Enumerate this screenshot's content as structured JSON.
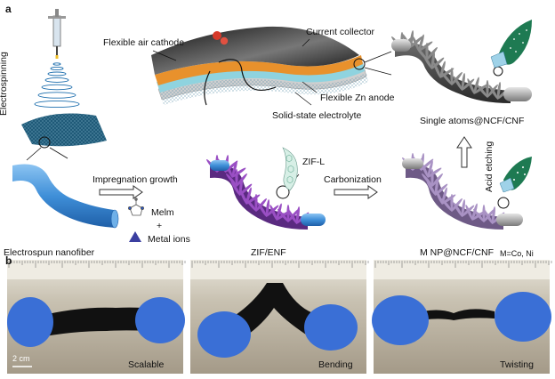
{
  "panels": {
    "a": "a",
    "b": "b"
  },
  "labels": {
    "electrospinning": "Electrospinning",
    "flexible_air_cathode": "Flexible air cathode",
    "current_collector": "Current collector",
    "flexible_zn_anode": "Flexible Zn anode",
    "solid_state_electrolyte": "Solid-state electrolyte",
    "single_atoms": "Single atoms@NCF/CNF",
    "acid_etching": "Acid etching",
    "impregnation_growth": "Impregnation growth",
    "zif_l": "ZIF-L",
    "carbonization": "Carbonization",
    "melm": "Melm",
    "plus": "+",
    "metal_ions": "Metal ions",
    "electrospun_nanofiber": "Electrospun nanofiber",
    "zif_enf": "ZIF/ENF",
    "m_np": "M NP@NCF/CNF",
    "m_eq": "M=Co, Ni"
  },
  "photos": {
    "scalable": "Scalable",
    "bending": "Bending",
    "twisting": "Twisting",
    "scale_bar": "2 cm"
  },
  "colors": {
    "fiber_blue": "#3f8fd8",
    "zif_purple": "#9a4fc4",
    "mnp_purple": "#a992c4",
    "cnf_gray": "#8a8a8a",
    "cathode_orange": "#e8912c",
    "electrolyte_cyan": "#8fd3df",
    "collector_black": "#2a2a2a"
  }
}
